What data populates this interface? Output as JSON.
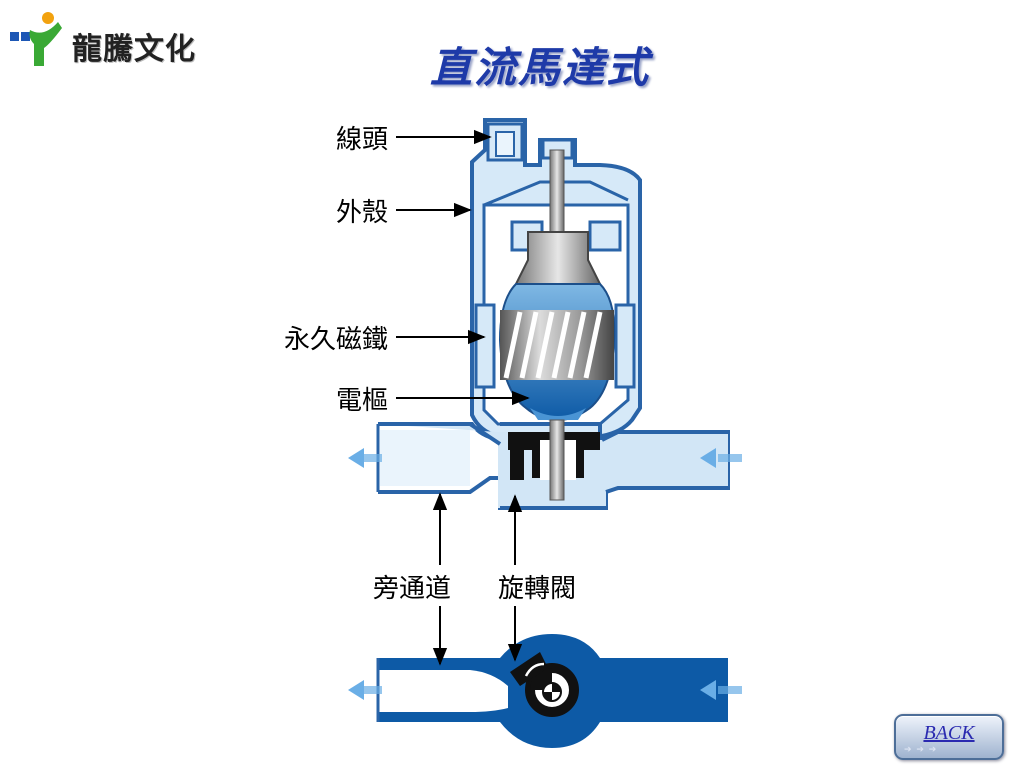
{
  "logo": {
    "text": "龍騰文化"
  },
  "title": "直流馬達式",
  "labels": {
    "coil_head": "線頭",
    "housing": "外殼",
    "permanent_magnet": "永久磁鐵",
    "armature": "電樞",
    "bypass": "旁通道",
    "rotary_valve": "旋轉閥"
  },
  "back_button": {
    "label": "BACK"
  },
  "colors": {
    "title": "#1e3aa8",
    "wall": "#2a64a8",
    "fluid_light": "#d2e6f6",
    "fluid_dark": "#0d5aa6",
    "flow_arrow": "#6aaee6"
  }
}
